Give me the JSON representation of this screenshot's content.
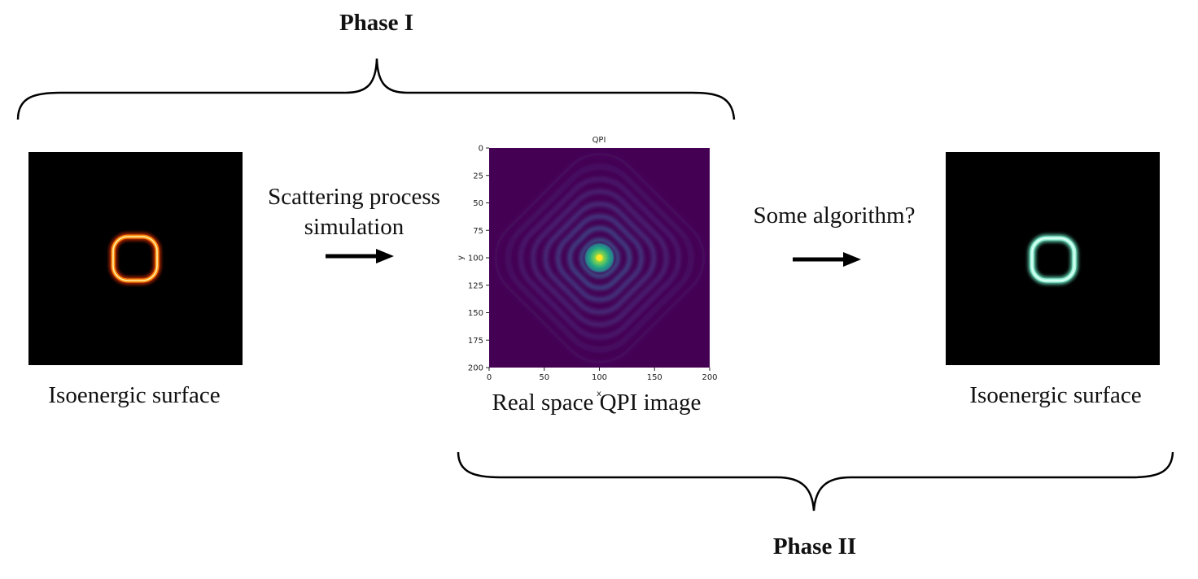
{
  "phase1": {
    "title": "Phase I"
  },
  "phase2": {
    "title": "Phase II"
  },
  "left_panel": {
    "caption": "Isoenergic surface",
    "ring_color": "#ffb020"
  },
  "process_1": {
    "line1": "Scattering process",
    "line2": "simulation"
  },
  "middle_panel": {
    "caption": "Real space QPI image",
    "plot_title": "QPI",
    "xlabel": "x",
    "ylabel": "y",
    "x_ticks": [
      "0",
      "50",
      "100",
      "150",
      "200"
    ],
    "y_ticks": [
      "0",
      "25",
      "50",
      "75",
      "100",
      "125",
      "150",
      "175",
      "200"
    ],
    "background_color": "#440154",
    "center_color": "#fde725"
  },
  "process_2": {
    "label": "Some algorithm?"
  },
  "right_panel": {
    "caption": "Isoenergic surface",
    "ring_color": "#9ff5dc"
  }
}
